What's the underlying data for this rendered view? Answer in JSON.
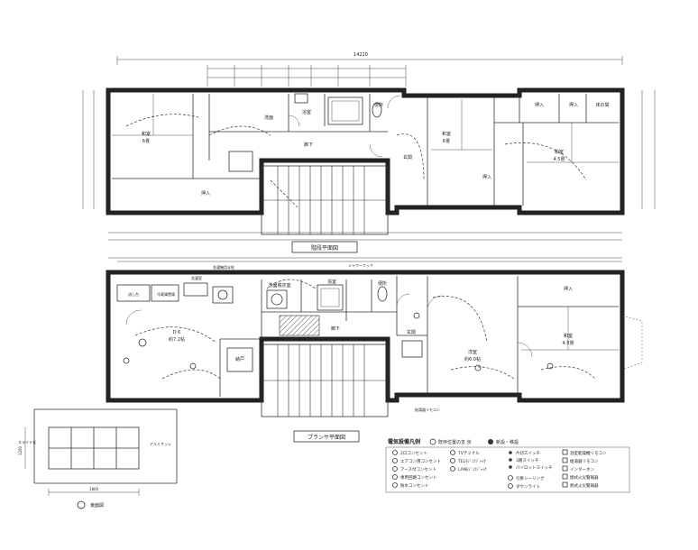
{
  "upper_floor": {
    "title": "階段平面図",
    "overall_dim": "14220",
    "rooms": {
      "washitsu_left": "和室",
      "washitsu_left_size": "6畳",
      "washitsu_mid": "和室",
      "washitsu_mid_size": "6畳",
      "washitsu_right": "和室",
      "washitsu_right_size": "4.5畳",
      "bath": "浴室",
      "toilet": "便所",
      "corridor": "廊下",
      "closet_left": "押入",
      "closet_mid": "押入",
      "closet_right_top": "押入",
      "closet_right_top2": "押入",
      "tokonoma": "床の間",
      "entrance": "玄関",
      "wash": "洗面"
    }
  },
  "lower_floor": {
    "title": "プランサ平面図",
    "rooms": {
      "dk": "D K",
      "dk_area": "約7.2帖",
      "washroom": "洗面脱衣室",
      "bath": "浴室",
      "toilet": "便所",
      "corridor": "廊下",
      "entrance": "玄関",
      "youshitsu": "洋室",
      "youshitsu_area": "約6.0帖",
      "washitsu": "和室",
      "washitsu_size": "4.5畳",
      "closet": "押入",
      "storage": "納戸",
      "kitchen_sink": "流し台",
      "refrigerator": "冷蔵庫置場",
      "laundry": "洗濯室"
    },
    "notes": {
      "note_washer": "洗濯機用水栓",
      "note_shower": "シャワーフック",
      "note_heater": "給湯器リモコン"
    }
  },
  "elevation": {
    "title": "東面図",
    "width_dim": "1800",
    "height_dim": "1200",
    "note_left": "スライド式",
    "note_right": "アルミサッシ"
  },
  "legend": {
    "title": "電気設備凡例",
    "existing": "既存位置の支 京",
    "new_install": "新設・移設",
    "col1": [
      "2口コンセント",
      "エアコン用コンセント",
      "アース付コンセント",
      "専用回路コンセント",
      "防水コンセント"
    ],
    "col2": [
      "TVテミナル",
      "TELﾓｼﾞｭﾗｼﾞｬｯｸ",
      "LANﾓｼﾞｭﾗｼﾞｬｯｸ"
    ],
    "col3": [
      "片切スイッチ",
      "3路スイッチ",
      "パイロットスイッチ",
      "",
      "引掛シーリング",
      "ダウンライト"
    ],
    "col4": [
      "浴室乾燥機リモコン",
      "給湯器リモコン",
      "インターホン",
      "煙式火災警報器",
      "熱式火災警報器"
    ]
  }
}
